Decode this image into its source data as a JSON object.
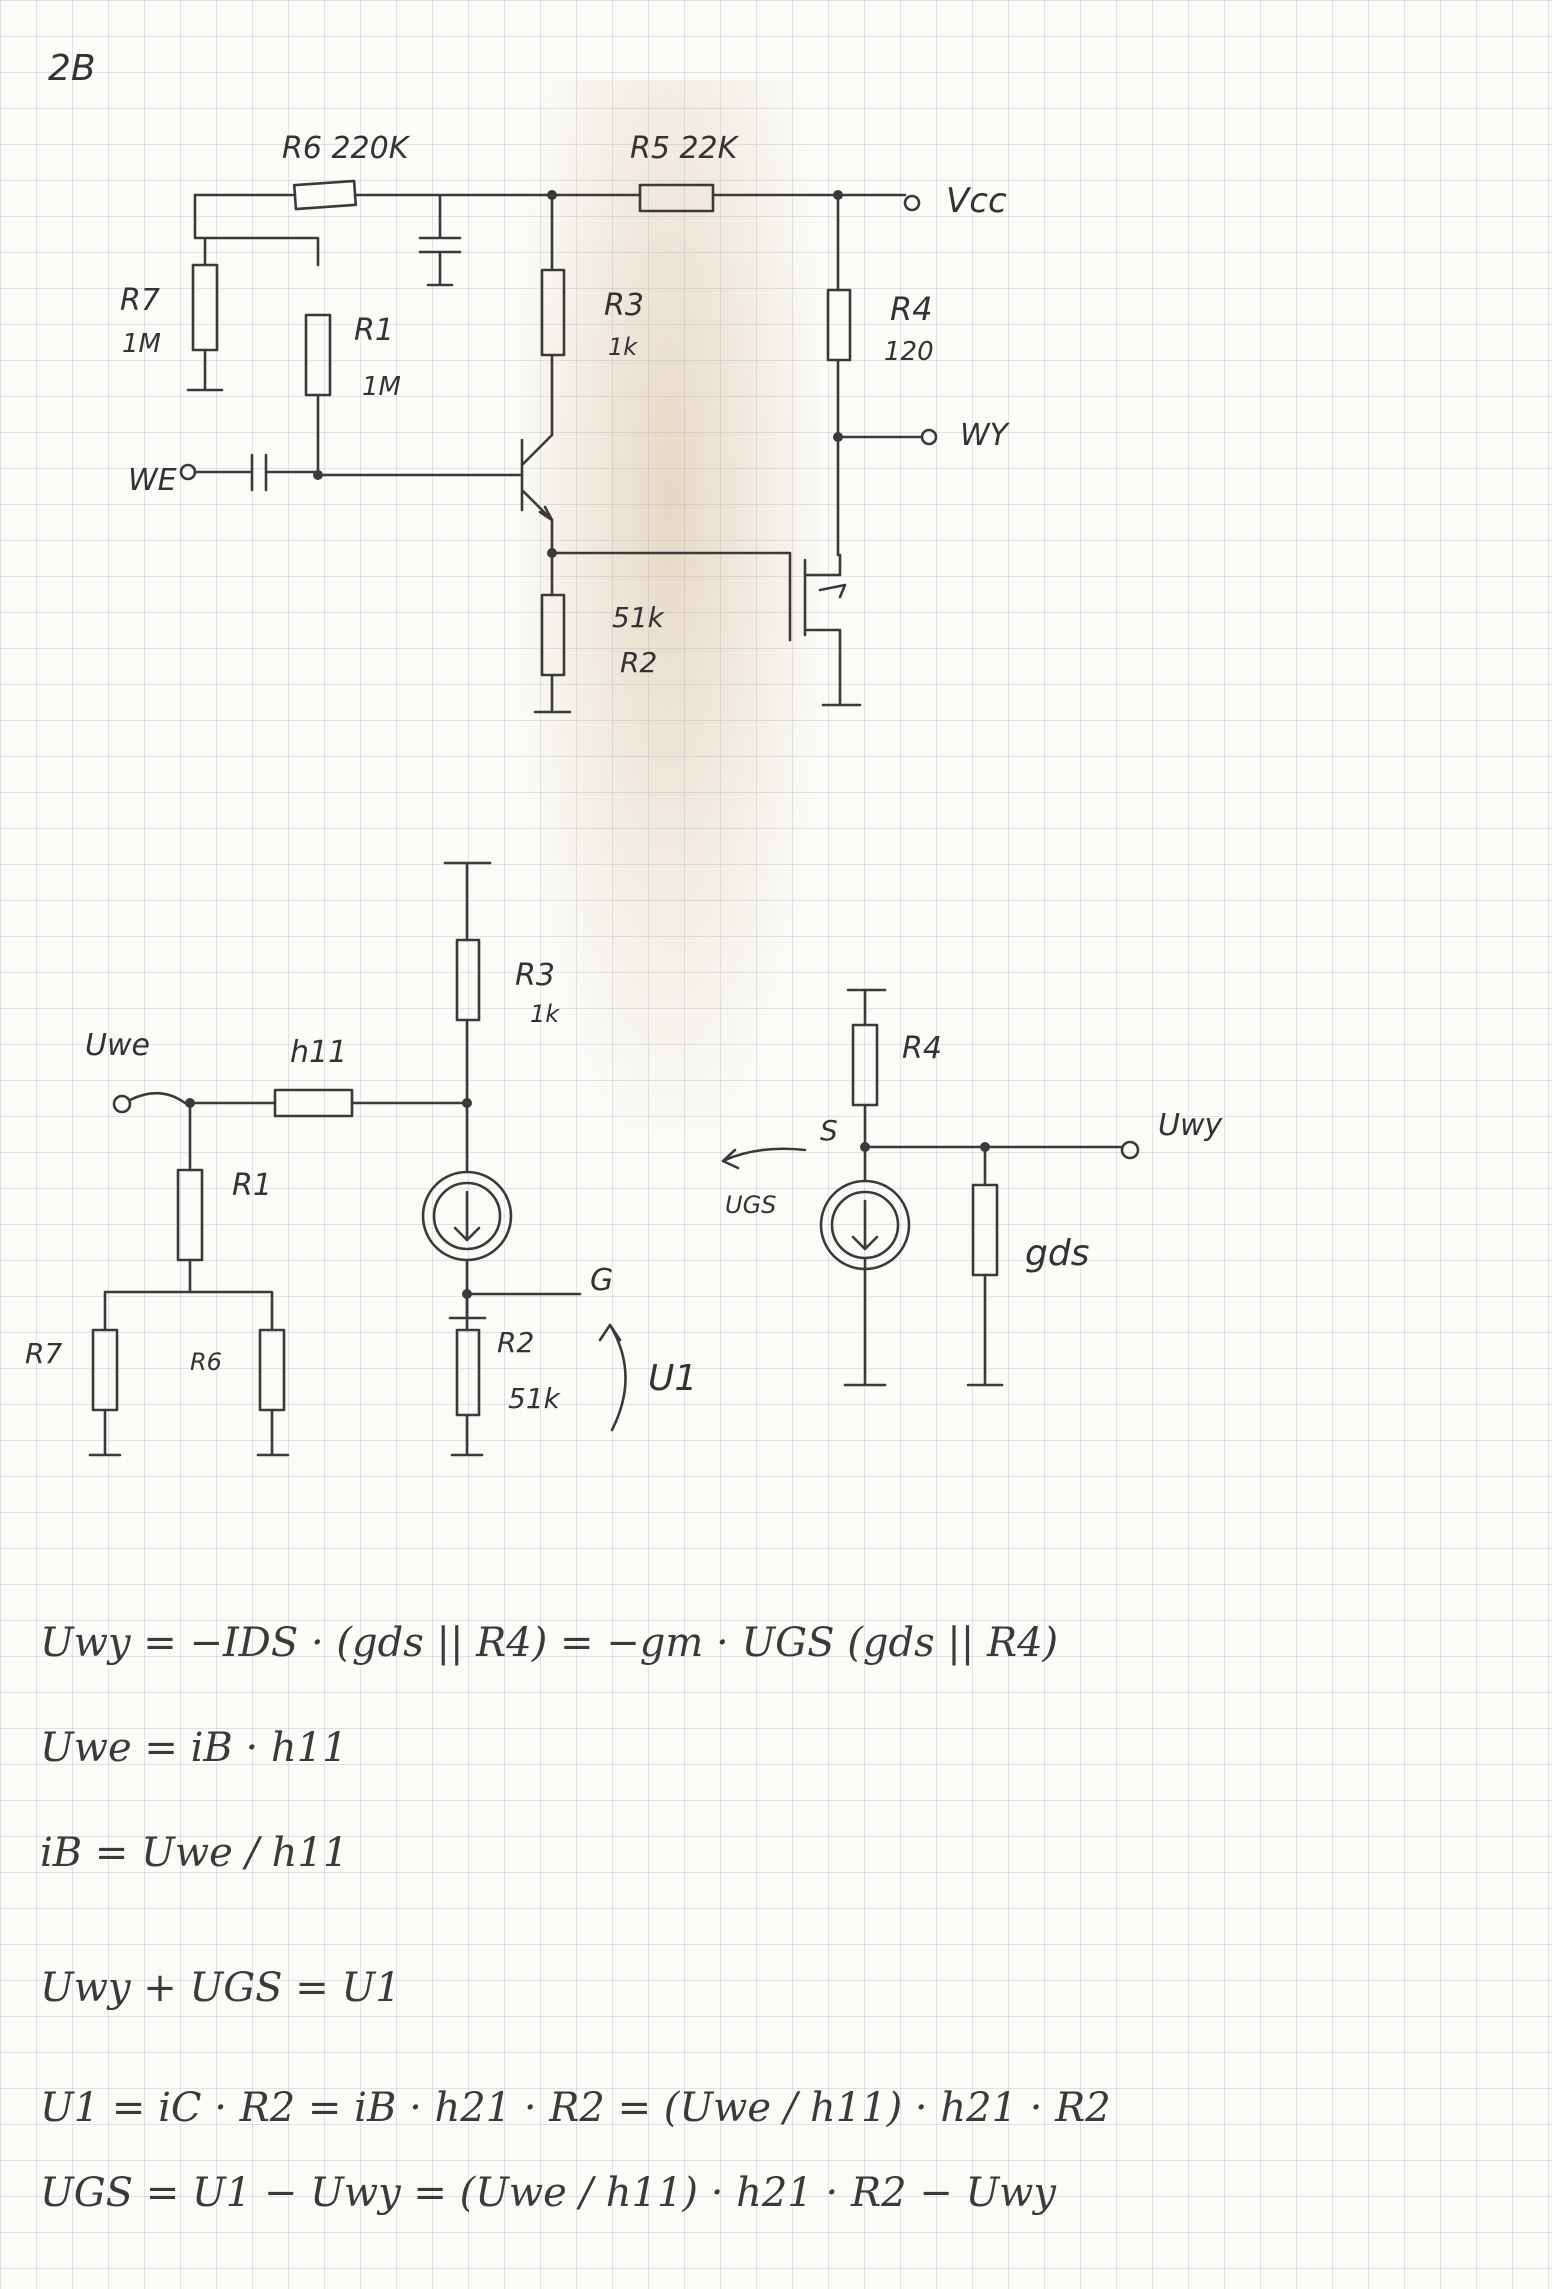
{
  "page_label": "2B",
  "circuit": {
    "r6": "R6 220K",
    "r5": "R5 22K",
    "vcc": "Vcc",
    "r7": "R7",
    "r7_val": "1M",
    "r1": "R1",
    "r1_val": "1M",
    "r3": "R3",
    "r3_val": "1k",
    "r4": "R4",
    "r4_val": "120",
    "we": "WE",
    "wy": "WY",
    "r2_val": "51k",
    "r2": "R2"
  },
  "small_signal": {
    "v_we": "Uwe",
    "h11": "h11",
    "r3": "R3",
    "r3_val": "1k",
    "r1": "R1",
    "r7": "R7",
    "r6": "R6",
    "r2": "R2",
    "r2_val": "51k",
    "g": "G",
    "u1": "U1",
    "r4": "R4",
    "s": "S",
    "v_wy": "Uwy",
    "ugs": "UGS",
    "gds": "gds"
  },
  "equations": [
    "Uwy = −IDS · (gds || R4) = −gm · UGS (gds || R4)",
    "Uwe = iB · h11",
    "iB = Uwe / h11",
    "Uwy + UGS = U1",
    "U1 = iC · R2 = iB · h21 · R2 = (Uwe / h11) · h21 · R2",
    "UGS = U1 − Uwy = (Uwe / h11) · h21 · R2 − Uwy"
  ]
}
